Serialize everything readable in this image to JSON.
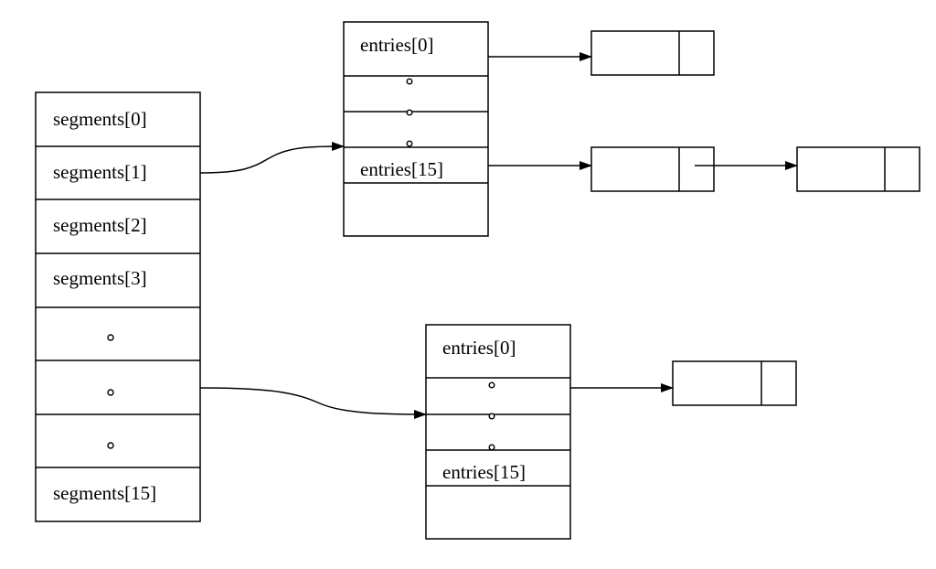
{
  "segments": {
    "labels": [
      "segments[0]",
      "segments[1]",
      "segments[2]",
      "segments[3]",
      "",
      "",
      "",
      "segments[15]"
    ]
  },
  "table_top": {
    "labels": [
      "entries[0]",
      "",
      "",
      "entries[15]",
      ""
    ]
  },
  "table_bottom": {
    "labels": [
      "entries[0]",
      "",
      "",
      "entries[15]",
      ""
    ]
  }
}
